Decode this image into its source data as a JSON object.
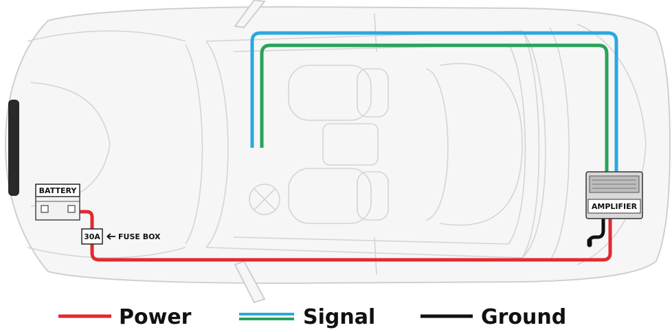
{
  "components": {
    "battery": "BATTERY",
    "fuse": "30A",
    "fuse_box": "FUSE BOX",
    "amplifier": "AMPLIFIER"
  },
  "legend": [
    {
      "label": "Power",
      "color": "#e02a2f"
    },
    {
      "label": "Signal",
      "color": "#2aa8e0"
    },
    {
      "label": "Ground",
      "color": "#111111"
    }
  ],
  "wire_colors": {
    "power": "#e02a2f",
    "signal": "#2aa8e0",
    "signal_second": "#27a35a",
    "ground": "#111111"
  }
}
